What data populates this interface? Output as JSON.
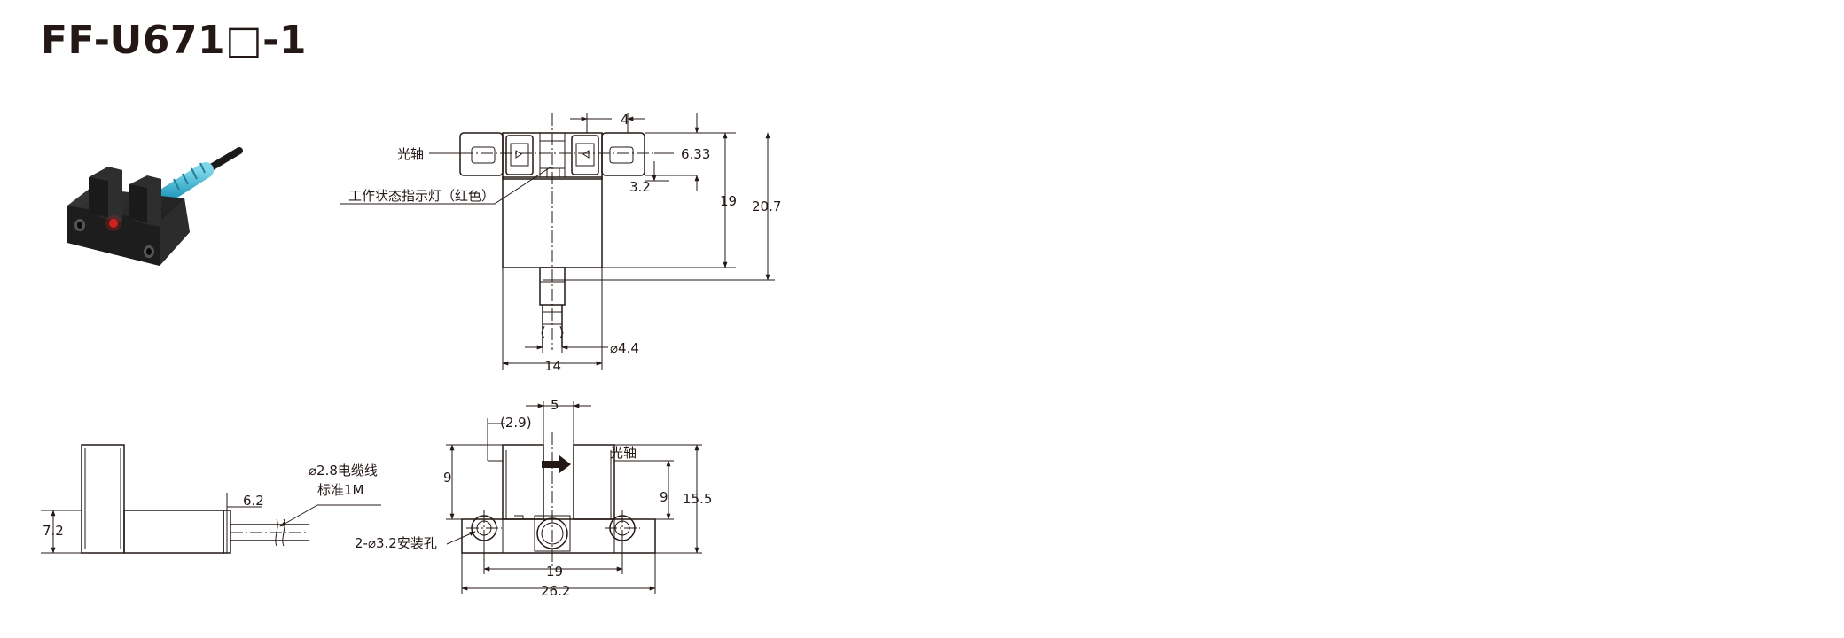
{
  "header": {
    "title": "FF-U671□-1"
  },
  "top_view": {
    "labels": {
      "optical_axis": "光轴",
      "indicator": "工作状态指示灯（红色）"
    },
    "dims": {
      "slot_width": "4",
      "lens_height": "6.33",
      "lens_offset": "3.2",
      "body_height": "19",
      "total_height": "20.7",
      "cable_diameter": "⌀4.4",
      "body_width": "14"
    }
  },
  "side_view": {
    "labels": {
      "cable_spec": "⌀2.8电缆线",
      "cable_length": "标准1M"
    },
    "dims": {
      "connector": "6.2",
      "height": "7.2"
    }
  },
  "front_view": {
    "labels": {
      "optical_axis": "光轴",
      "mount_holes": "2-⌀3.2安装孔"
    },
    "dims": {
      "slot_width": "5",
      "offset": "(2.9)",
      "arm_height_left": "9",
      "arm_height_right": "9",
      "total_height": "15.5",
      "hole_pitch": "19",
      "total_width": "26.2"
    }
  }
}
